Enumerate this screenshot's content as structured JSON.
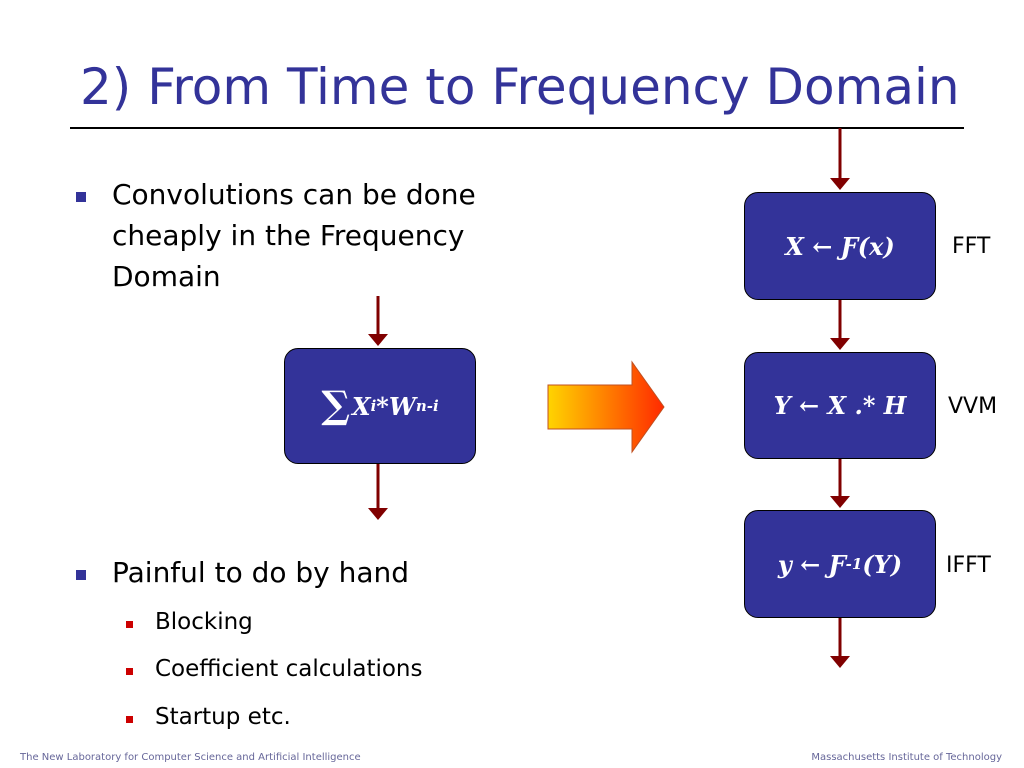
{
  "slide": {
    "title": "2) From Time to Frequency Domain",
    "bullets": [
      {
        "text": "Convolutions can be done cheaply in the Frequency Domain"
      },
      {
        "text": "Painful to do by hand",
        "sub": [
          "Blocking",
          "Coefficient calculations",
          "Startup etc."
        ]
      }
    ]
  },
  "diagram": {
    "time_box": {
      "sigma": "∑",
      "x": "X",
      "i_sub": "i",
      "star_w": "*W",
      "ni_sub": "n-i"
    },
    "pipeline": [
      {
        "expr": "X ← Ƒ(x)",
        "label": "FFT"
      },
      {
        "expr": "Y ← X .* H",
        "label": "VVM"
      },
      {
        "expr_pre": "y ← Ƒ",
        "expr_sup": "-1",
        "expr_post": "(Y)",
        "label": "IFFT"
      }
    ],
    "colors": {
      "box_fill": "#333399",
      "arrow_line": "#800000",
      "big_arrow_start": "#ffd400",
      "big_arrow_end": "#ff2a00",
      "bullet_main": "#333399",
      "bullet_sub": "#cc0000"
    }
  },
  "footer": {
    "left": "The New Laboratory for Computer Science and Artificial Intelligence",
    "right": "Massachusetts Institute of Technology"
  }
}
